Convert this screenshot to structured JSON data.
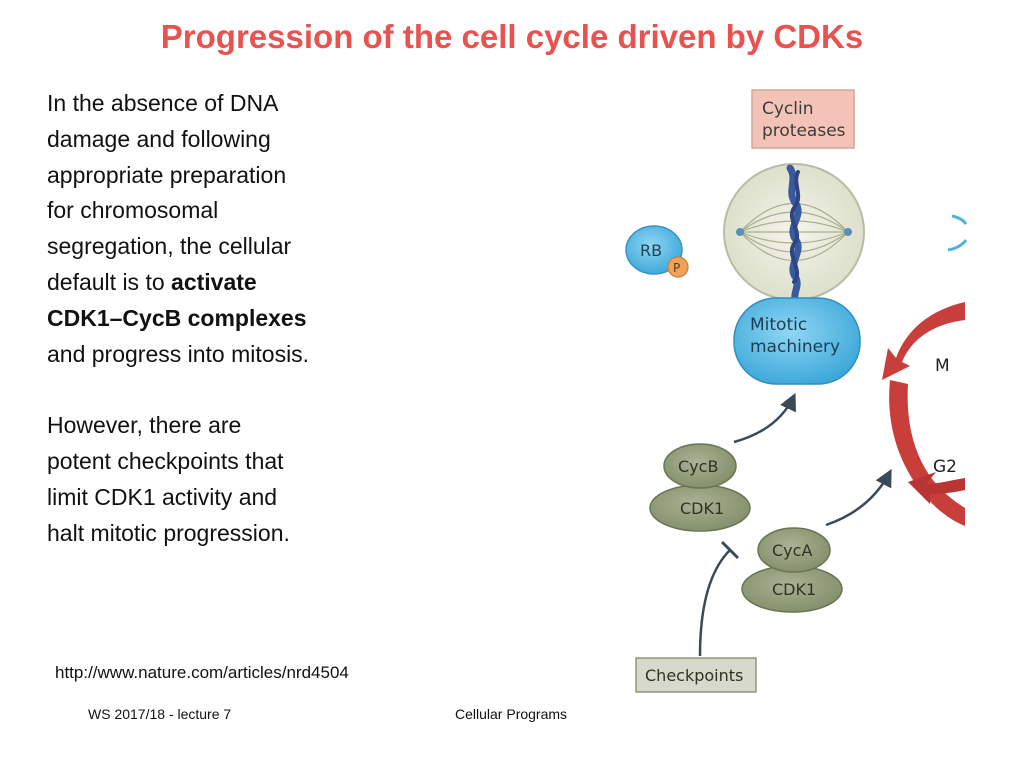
{
  "title": "Progression of the cell cycle driven by CDKs",
  "paragraph1": {
    "line1": "In the absence of DNA",
    "line2": "damage and following",
    "line3": "appropriate preparation",
    "line4": "for chromosomal",
    "line5": "segregation, the cellular",
    "line6_plain": "default is to ",
    "line6_bold": "activate",
    "line7_bold": "CDK1–CycB complexes",
    "line8": "and progress into mitosis."
  },
  "paragraph2": {
    "line1": "However, there are",
    "line2": "potent checkpoints that",
    "line3": "limit CDK1 activity and",
    "line4": "halt mitotic progression."
  },
  "source_link": "http://www.nature.com/articles/nrd4504",
  "footer": {
    "left": "WS 2017/18 - lecture 7",
    "center": "Cellular Programs"
  },
  "diagram": {
    "cyclin_proteases_line1": "Cyclin",
    "cyclin_proteases_line2": "proteases",
    "rb": "RB",
    "phospho": "P",
    "mitotic_line1": "Mitotic",
    "mitotic_line2": "machinery",
    "cycb": "CycB",
    "cdk1_b": "CDK1",
    "cyca": "CycA",
    "cdk1_a": "CDK1",
    "checkpoints": "Checkpoints",
    "phase_m": "M",
    "phase_g2": "G2",
    "colors": {
      "title": "#e8524f",
      "pink_box": "#f4c3b7",
      "blue": "#4fb3e0",
      "green": "#8f9878",
      "red_arrow": "#c83e3b",
      "orange": "#f0a25b"
    }
  }
}
